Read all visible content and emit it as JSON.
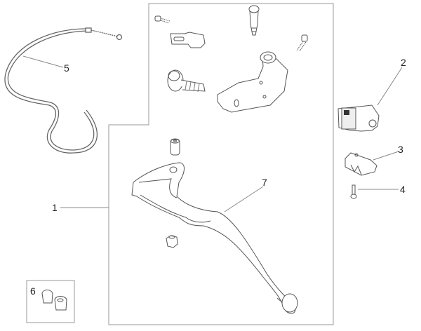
{
  "diagram": {
    "callouts": [
      {
        "id": "1",
        "label": "1"
      },
      {
        "id": "2",
        "label": "2"
      },
      {
        "id": "3",
        "label": "3"
      },
      {
        "id": "4",
        "label": "4"
      },
      {
        "id": "5",
        "label": "5"
      },
      {
        "id": "6",
        "label": "6"
      },
      {
        "id": "7",
        "label": "7"
      }
    ],
    "colors": {
      "line": "#555555",
      "frame": "#999999",
      "part_fill": "#ffffff",
      "dark": "#333333"
    }
  }
}
